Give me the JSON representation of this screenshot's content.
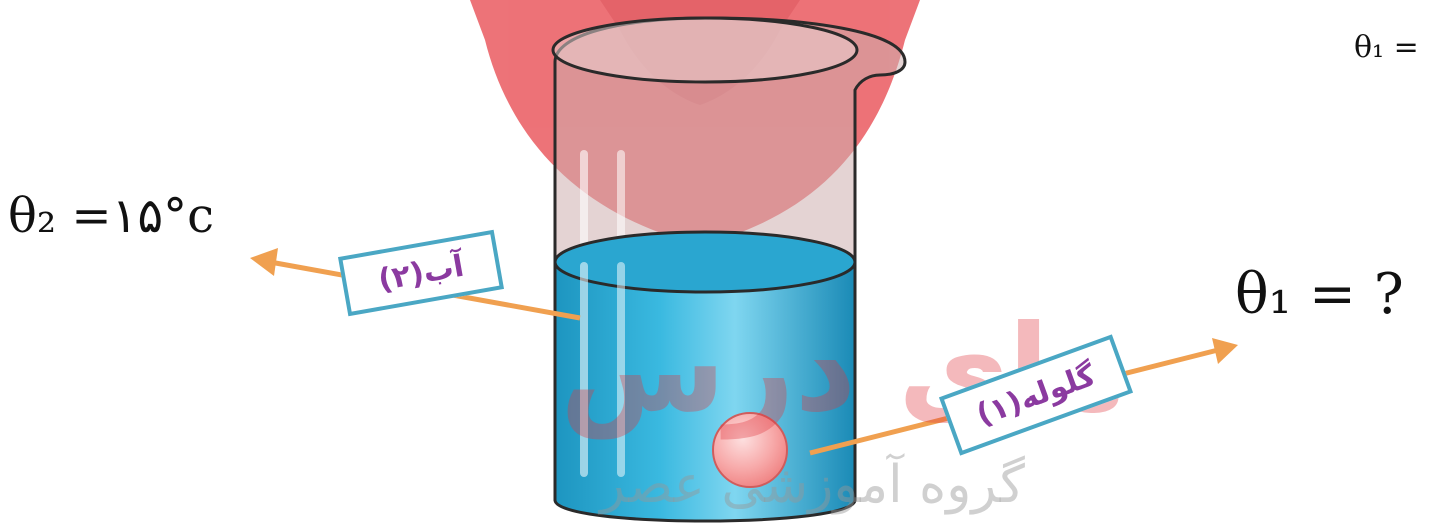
{
  "diagram": {
    "watermark": {
      "brand_text": "مای درس",
      "subtitle_text": "گروه آموزشی عصر"
    },
    "formula_top": "θ₁ =",
    "formula_water": "θ₂ =۱۵°c",
    "formula_ball": "θ₁ = ?",
    "label_water": "آب(۲)",
    "label_ball": "گلوله(۱)",
    "colors": {
      "water": "#29a8cf",
      "ball": "#f59a9a",
      "arrow": "#f0a050",
      "label_border": "#4aa7c4",
      "label_text": "#8b3aa0",
      "watermark": "#e0363e"
    }
  }
}
